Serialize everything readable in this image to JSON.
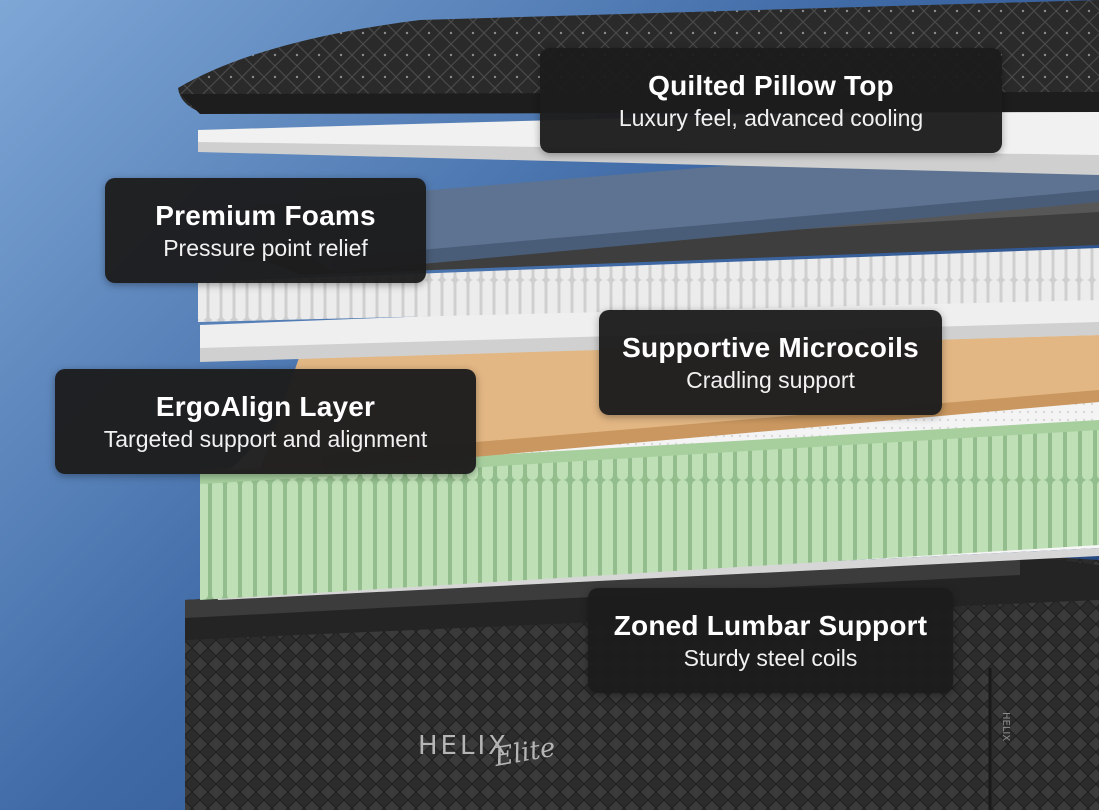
{
  "image": {
    "colors": {
      "background_light": "#7fa7d6",
      "background_dark": "#1f3f78",
      "callout_bg": "#1c1c1c",
      "callout_text": "#ffffff",
      "pillow_top": "#2b2b2b",
      "foam_white": "#eeeeee",
      "foam_blue_gray": "#5e7492",
      "ergo_tan": "#e5b985",
      "coil_green": "#b4d8ad",
      "base_dark": "#2f2f2f"
    }
  },
  "callouts": [
    {
      "title": "Quilted Pillow Top",
      "subtitle": "Luxury feel, advanced cooling"
    },
    {
      "title": "Premium Foams",
      "subtitle": "Pressure point relief"
    },
    {
      "title": "Supportive Microcoils",
      "subtitle": "Cradling support"
    },
    {
      "title": "ErgoAlign Layer",
      "subtitle": "Targeted support and alignment"
    },
    {
      "title": "Zoned Lumbar Support",
      "subtitle": "Sturdy steel coils"
    }
  ],
  "brand": {
    "logo_main": "HELIX",
    "logo_script": "Elite",
    "side_label": "HELIX"
  }
}
